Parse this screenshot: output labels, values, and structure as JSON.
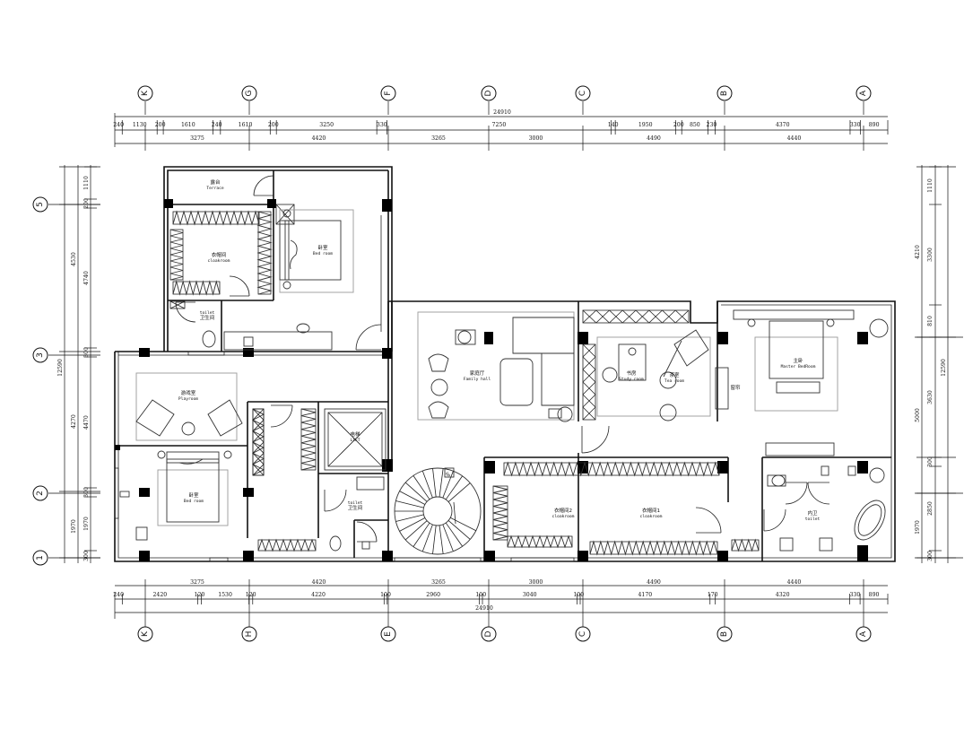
{
  "axes": {
    "top": [
      "K",
      "G",
      "F",
      "D",
      "C",
      "B",
      "A"
    ],
    "bottom": [
      "K",
      "H",
      "E",
      "D",
      "C",
      "B",
      "A"
    ],
    "left": [
      "5",
      "3",
      "2",
      "1"
    ]
  },
  "dimensions": {
    "top_total": "24910",
    "top_row1": [
      "240",
      "1130",
      "200",
      "1610",
      "240",
      "1610",
      "200",
      "3250",
      "330",
      "7250",
      "140",
      "1950",
      "200",
      "850",
      "230",
      "4370",
      "330",
      "890"
    ],
    "top_row2": [
      "3275",
      "4420",
      "3265",
      "3000",
      "4490",
      "4440"
    ],
    "bottom_total": "24910",
    "bottom_row1": [
      "3275",
      "4420",
      "3265",
      "3000",
      "4490",
      "4440"
    ],
    "bottom_row2": [
      "240",
      "2420",
      "120",
      "1530",
      "120",
      "4220",
      "100",
      "2960",
      "100",
      "3040",
      "100",
      "4170",
      "170",
      "4320",
      "330",
      "890"
    ],
    "left_outer": [
      "12590"
    ],
    "left_mid": [
      "4530",
      "4270",
      "1970"
    ],
    "left_inner": [
      "1110",
      "200",
      "4740",
      "300",
      "4470",
      "300",
      "1970",
      "300"
    ],
    "right_outer": [
      "12590"
    ],
    "right_mid": [
      "4210",
      "5000",
      "1970"
    ],
    "right_inner": [
      "1110",
      "3300",
      "810",
      "3630",
      "300",
      "2850",
      "300"
    ]
  },
  "rooms": {
    "terrace": {
      "cn": "露台",
      "en": "Terrace"
    },
    "cloak_nw": {
      "cn": "衣帽间",
      "en": "cloakroom"
    },
    "bed_nw": {
      "cn": "卧室",
      "en": "Bed room"
    },
    "toilet_nw": {
      "cn": "卫生间",
      "en": "toilet"
    },
    "playroom": {
      "cn": "游戏室",
      "en": "Playroom"
    },
    "bed_sw": {
      "cn": "卧室",
      "en": "Bed room"
    },
    "lift": {
      "cn": "电梯",
      "en": "LIFT"
    },
    "toilet_s": {
      "cn": "卫生间",
      "en": "toilet"
    },
    "stair": {
      "label": "UP"
    },
    "family_hall": {
      "cn": "家庭厅",
      "en": "Family hall"
    },
    "study": {
      "cn": "书房",
      "en": "Study room"
    },
    "tearoom": {
      "cn": "茶室",
      "en": "Tea room"
    },
    "cloak2": {
      "cn": "衣帽间2",
      "en": "cloakroom"
    },
    "cloak1": {
      "cn": "衣帽间1",
      "en": "cloakroom"
    },
    "master": {
      "cn": "主卧",
      "en": "Master BedRoom"
    },
    "toilet_master": {
      "cn": "内卫",
      "en": "toilet"
    },
    "curtain": {
      "cn": "窗帘"
    }
  }
}
